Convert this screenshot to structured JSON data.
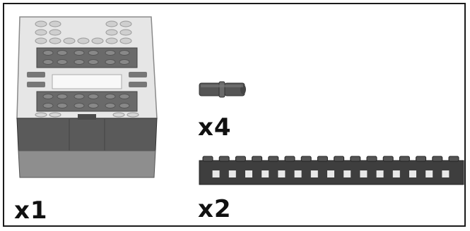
{
  "parts": [
    {
      "name": "rcx-brick",
      "quantity_label": "x1"
    },
    {
      "name": "connector-peg",
      "quantity_label": "x4"
    },
    {
      "name": "technic-beam-16",
      "quantity_label": "x2"
    }
  ],
  "colors": {
    "frame": "#1a1a1a",
    "light_gray": "#d8d8d8",
    "mid_gray": "#a0a0a0",
    "dark_gray": "#505050",
    "beam_gray": "#3e3e3e"
  }
}
